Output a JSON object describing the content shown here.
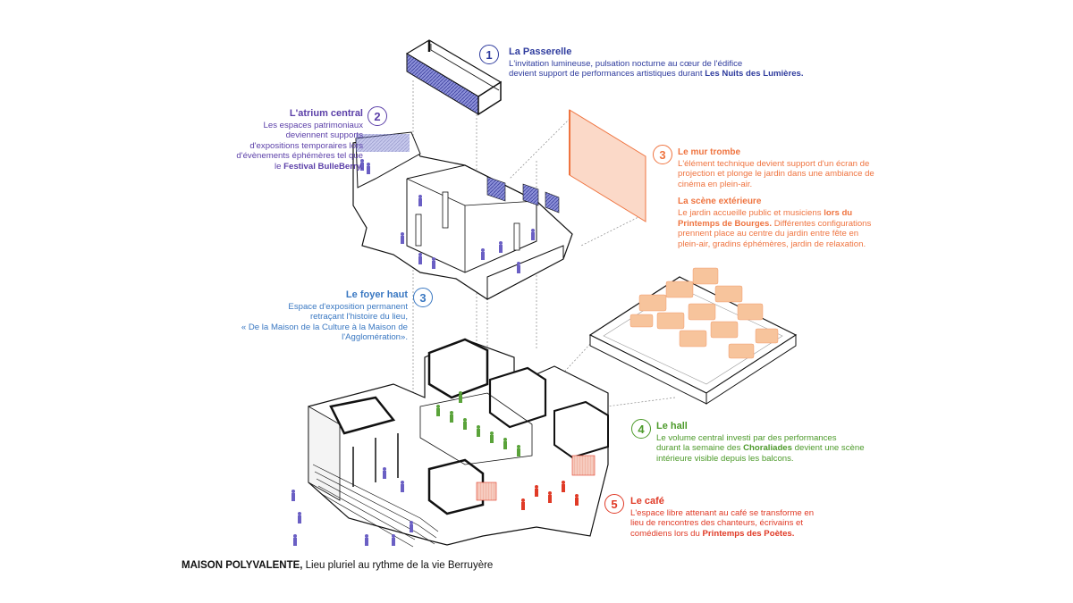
{
  "colors": {
    "navy": "#2f3c9e",
    "violet": "#5b3fa8",
    "blue": "#3a78c2",
    "orange": "#ef7440",
    "green": "#4c9a2a",
    "red": "#e03a26",
    "line": "#1a1a1a"
  },
  "annotations": {
    "a1": {
      "number": "1",
      "title": "La Passerelle",
      "line1": "L'invitation lumineuse,  pulsation nocturne au cœur de l'édifice",
      "line2": "devient support de performances artistiques durant ",
      "highlight": "Les Nuits des Lumières."
    },
    "a2": {
      "number": "2",
      "title": "L'atrium central",
      "line1": "Les espaces patrimoniaux",
      "line2": "deviennent supports",
      "line3": "d'expositions temporaires lors",
      "line4": "d'évènements éphémères tel que",
      "line5": "le ",
      "highlight": "Festival BulleBerry."
    },
    "a3a": {
      "number": "3",
      "title": "Le mur trombe",
      "line1": "L'élément technique devient support d'un écran de",
      "line2": "projection et plonge le jardin dans une ambiance de",
      "line3": "cinéma en plein-air."
    },
    "a3b": {
      "title": "La scène extérieure",
      "line1": "Le jardin accueille public et musiciens ",
      "highlight1": "lors du",
      "highlight2": "Printemps de Bourges.",
      "line2": " Différentes configurations",
      "line3": "prennent place au centre du jardin entre fête en",
      "line4": "plein-air, gradins éphémères, jardin de relaxation."
    },
    "a3c": {
      "number": "3",
      "title": "Le foyer haut",
      "line1": "Espace d'exposition permanent",
      "line2": "retraçant l'histoire du lieu,",
      "line3": "« De la Maison de la Culture à la Maison de",
      "line4": "l'Agglomération»."
    },
    "a4": {
      "number": "4",
      "title": "Le hall",
      "line1": "Le volume central investi par des performances",
      "line2": "durant la semaine des ",
      "highlight": "Choraliades",
      "line2b": " devient une scène",
      "line3": "intérieure visible depuis les balcons."
    },
    "a5": {
      "number": "5",
      "title": "Le café",
      "line1": "L'espace libre attenant au café se transforme en",
      "line2": "lieu de rencontres des chanteurs, écrivains et",
      "line3": "comédiens lors du ",
      "highlight": "Printemps des Poètes."
    }
  },
  "caption": {
    "bold": "MAISON POLYVALENTE,",
    "rest": " Lieu pluriel au rythme de la vie Berruyère"
  }
}
